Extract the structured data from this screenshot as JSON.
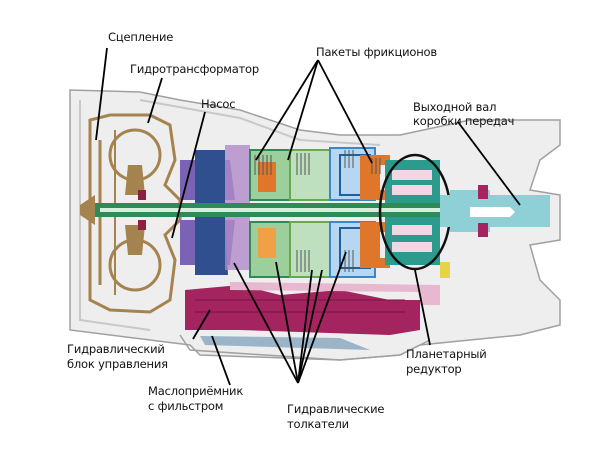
{
  "title": "Устройство автоматической коробки передач",
  "labels": {
    "clutch": "Сцепление",
    "torque_converter": "Гидротрансформатор",
    "pump": "Насос",
    "friction_packs": "Пакеты фрикционов",
    "output_shaft_line1": "Выходной вал",
    "output_shaft_line2": "коробки передач",
    "hydraulic_block_line1": "Гидравлический",
    "hydraulic_block_line2": "блок управления",
    "oil_intake_line1": "Маслоприёмник",
    "oil_intake_line2": "с фильстром",
    "planetary_line1": "Планетарный",
    "planetary_line2": "редуктор",
    "pushers_line1": "Гидравлические",
    "pushers_line2": "толкатели"
  },
  "colors": {
    "housing": "#e6e6e6",
    "housing_edge": "#9a9a9a",
    "converter": "#a5834e",
    "shaft": "#2e8b57",
    "pump": "#7a63b5",
    "pump_dark": "#2f4f8f",
    "clutch_orange": "#e0762a",
    "clutch_blue": "#3b86c6",
    "teal": "#2d9a8e",
    "valve_body": "#a3245e",
    "pink": "#e8b8d0",
    "output_shaft": "#8fd0d6",
    "oil_pan": "#9bb4c8",
    "leader": "#000000"
  }
}
